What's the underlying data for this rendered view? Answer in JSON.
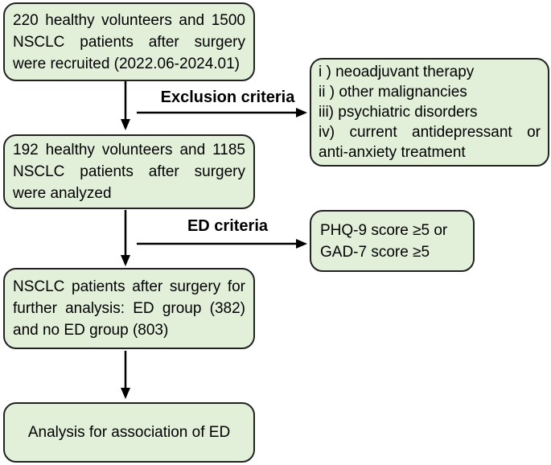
{
  "figure": {
    "type": "study-flow-diagram",
    "colors": {
      "background": "#ffffff",
      "box_fill": "#e2f0d9",
      "box_border": "#222222",
      "arrow": "#000000",
      "text": "#000000"
    }
  },
  "boxes": {
    "recruited": "220 healthy volunteers and 1500 NSCLC patients after surgery were recruited (2022.06-2024.01)",
    "exclusion_items": "i ) neoadjuvant therapy\nii ) other malignancies\niii) psychiatric disorders\niv) current antidepressant or anti-anxiety treatment",
    "analyzed": "192 healthy volunteers and 1185 NSCLC patients after surgery were analyzed",
    "ed_threshold": "PHQ-9 score ≥5 or\nGAD-7 score ≥5",
    "grouping": "NSCLC patients after surgery for further analysis: ED group (382) and no ED group (803)",
    "final_analysis": "Analysis for association of ED"
  },
  "labels": {
    "exclusion": "Exclusion criteria",
    "ed": "ED criteria"
  }
}
